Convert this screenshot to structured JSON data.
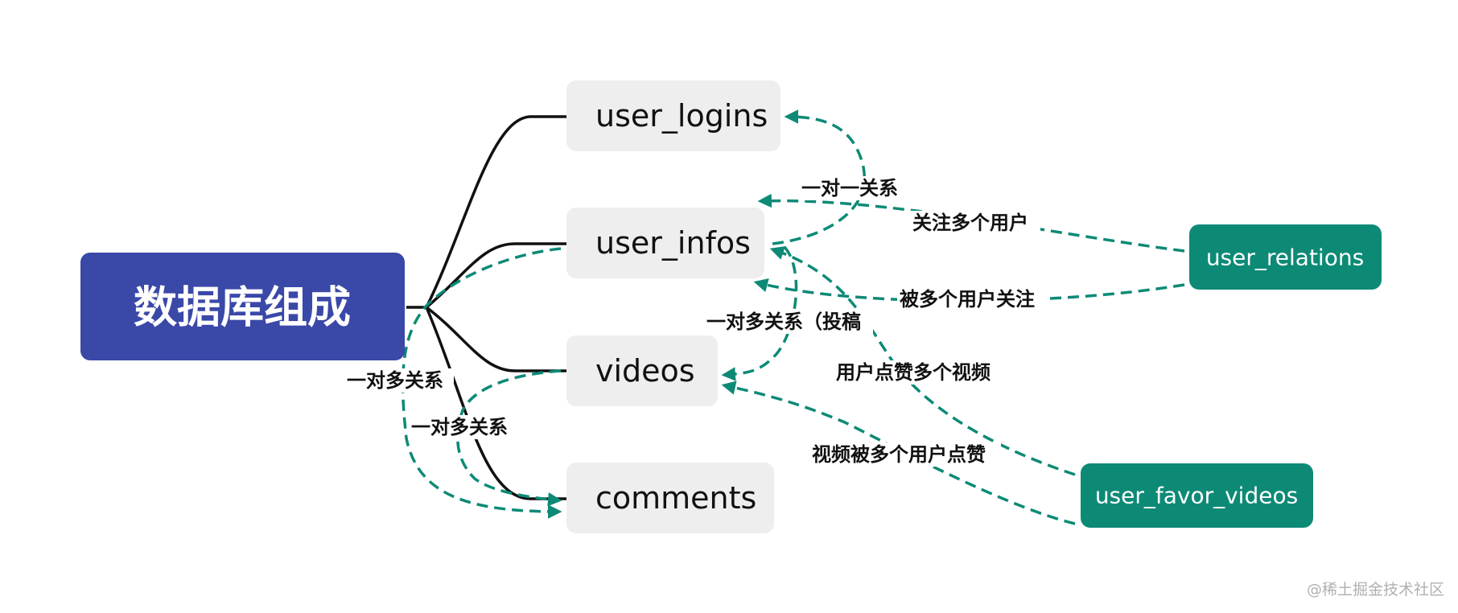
{
  "root": {
    "label": "数据库组成",
    "color": "#3a48a8"
  },
  "tables": {
    "user_logins": "user_logins",
    "user_infos": "user_infos",
    "videos": "videos",
    "comments": "comments",
    "user_relations": "user_relations",
    "user_favor_videos": "user_favor_videos"
  },
  "relations": {
    "one_to_one": "一对一关系",
    "follow_many": "关注多个用户",
    "followed_by_many": "被多个用户关注",
    "one_to_many_post": "一对多关系（投稿",
    "user_like_videos": "用户点赞多个视频",
    "video_liked_by_users": "视频被多个用户点赞",
    "one_to_many_a": "一对多关系",
    "one_to_many_b": "一对多关系"
  },
  "watermark": "@稀土掘金技术社区",
  "colors": {
    "table_fill": "#eeeeee",
    "teal": "#0d8a76",
    "line": "#111111"
  }
}
